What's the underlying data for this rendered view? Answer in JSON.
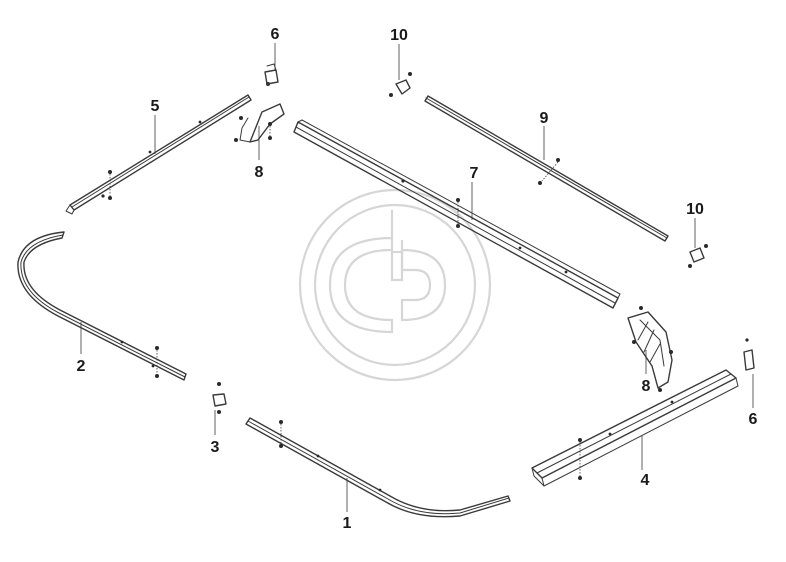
{
  "diagram": {
    "type": "exploded-parts-view",
    "watermark_icon": "gp-circle-logo",
    "parts": [
      {
        "id": "1",
        "label": "1"
      },
      {
        "id": "2",
        "label": "2"
      },
      {
        "id": "3",
        "label": "3"
      },
      {
        "id": "4",
        "label": "4"
      },
      {
        "id": "5",
        "label": "5"
      },
      {
        "id": "6a",
        "label": "6"
      },
      {
        "id": "6b",
        "label": "6"
      },
      {
        "id": "7",
        "label": "7"
      },
      {
        "id": "8a",
        "label": "8"
      },
      {
        "id": "8b",
        "label": "8"
      },
      {
        "id": "9",
        "label": "9"
      },
      {
        "id": "10a",
        "label": "10"
      },
      {
        "id": "10b",
        "label": "10"
      }
    ]
  }
}
